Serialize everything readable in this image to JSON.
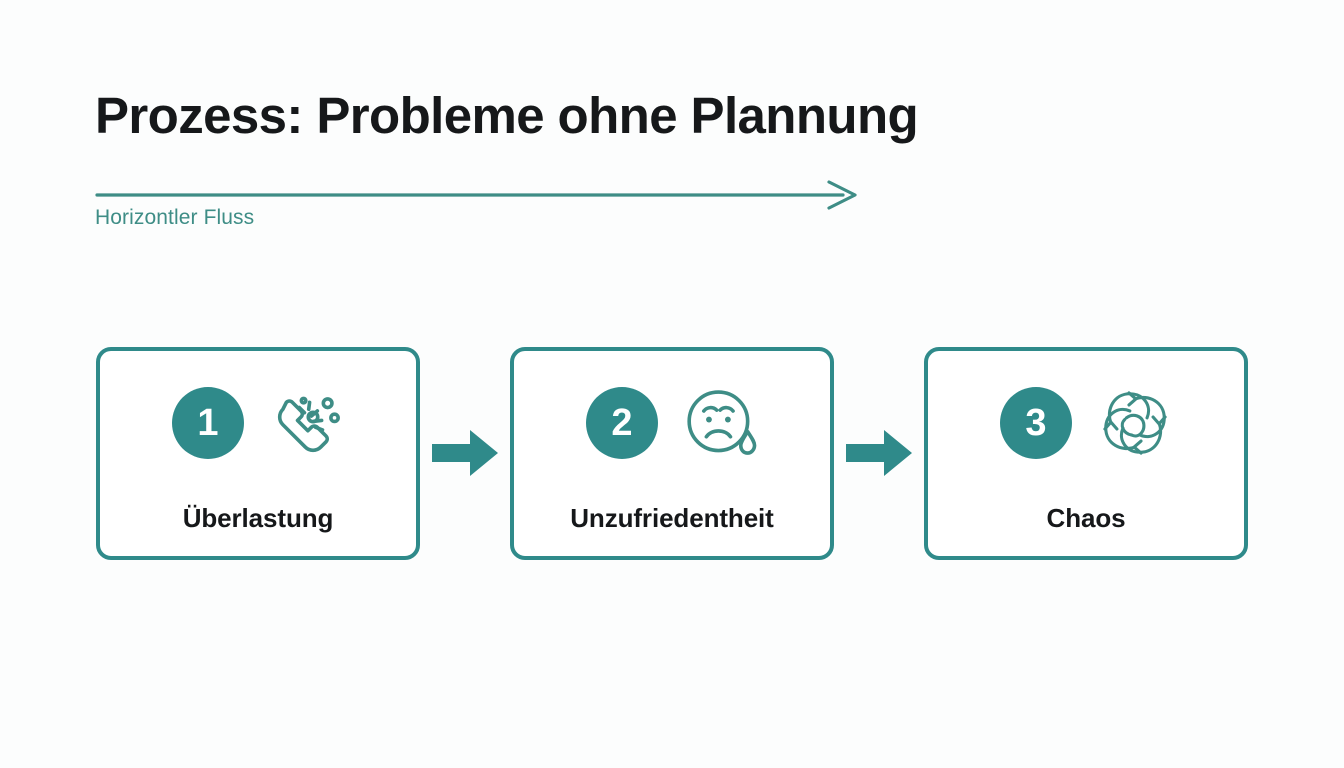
{
  "slide": {
    "title": "Prozess: Probleme ohne Plannung",
    "subtitle": "Horizontler Fluss",
    "background_color": "#fcfdfd",
    "accent_color": "#2f8a8a",
    "subtitle_color": "#3e8d86",
    "title_color": "#16181a",
    "flow_direction_icon": "long-right-arrow-icon"
  },
  "steps": [
    {
      "number": "1",
      "label": "Überlastung",
      "icon": "ringing-phone-icon"
    },
    {
      "number": "2",
      "label": "Unzufriedentheit",
      "icon": "sad-face-with-tear-icon"
    },
    {
      "number": "3",
      "label": "Chaos",
      "icon": "tangled-arrows-knot-icon"
    }
  ],
  "connectors": [
    {
      "icon": "right-arrow-icon"
    },
    {
      "icon": "right-arrow-icon"
    }
  ]
}
